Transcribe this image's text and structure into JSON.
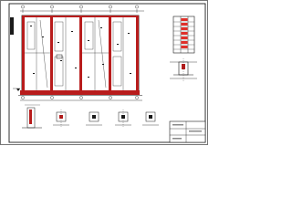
{
  "drawing": {
    "colors": {
      "background": "#ffffff",
      "linework": "#1a1a1a",
      "structure": "#b81c1c",
      "accent": "#e0302a",
      "hatch": "#8a8a8a"
    },
    "elements": {
      "main_plan": "floor-plan",
      "column_schedule": "column-schedule-table",
      "section_detail": "column-section-detail",
      "footing_details": "footing-detail-row",
      "title_block": "title-block"
    }
  }
}
